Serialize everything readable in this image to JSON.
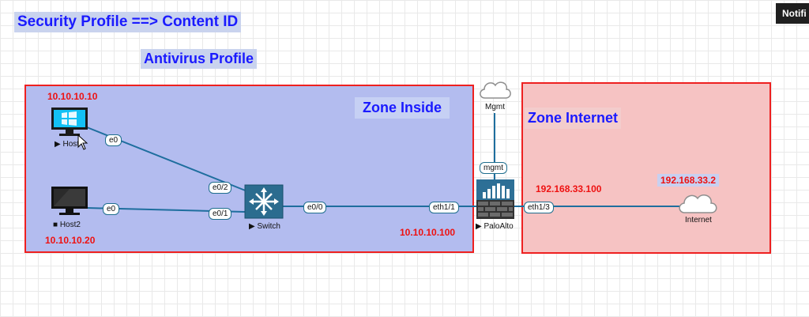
{
  "header": {
    "title": "Security Profile ==> Content ID",
    "subtitle": "Antivirus Profile"
  },
  "zones": {
    "inside": {
      "label": "Zone Inside"
    },
    "internet": {
      "label": "Zone Internet"
    }
  },
  "ips": {
    "host1": "10.10.10.10",
    "host2": "10.10.10.20",
    "inside_gw": "10.10.10.100",
    "outside_if": "192.168.33.100",
    "internet_gw": "192.168.33.2"
  },
  "nodes": {
    "host1": "▶ Host",
    "host2": "■ Host2",
    "switch": "▶ Switch",
    "paloalto": "▶ PaloAlto",
    "mgmt_cloud": "Mgmt",
    "internet_cloud": "Internet"
  },
  "ports": {
    "host1_e0": "e0",
    "host2_e0": "e0",
    "sw_e02": "e0/2",
    "sw_e01": "e0/1",
    "sw_e00": "e0/0",
    "fw_eth11": "eth1/1",
    "fw_mgmt": "mgmt",
    "fw_eth13": "eth1/3"
  },
  "notification": {
    "label": "Notifi"
  },
  "colors": {
    "zone_inside": "#b3bcef",
    "zone_internet": "#f6c3c3",
    "zone_border": "#ee2020",
    "link": "#1e6e9e",
    "label_blue": "#1a1aff",
    "ip_red": "#ee1111"
  }
}
